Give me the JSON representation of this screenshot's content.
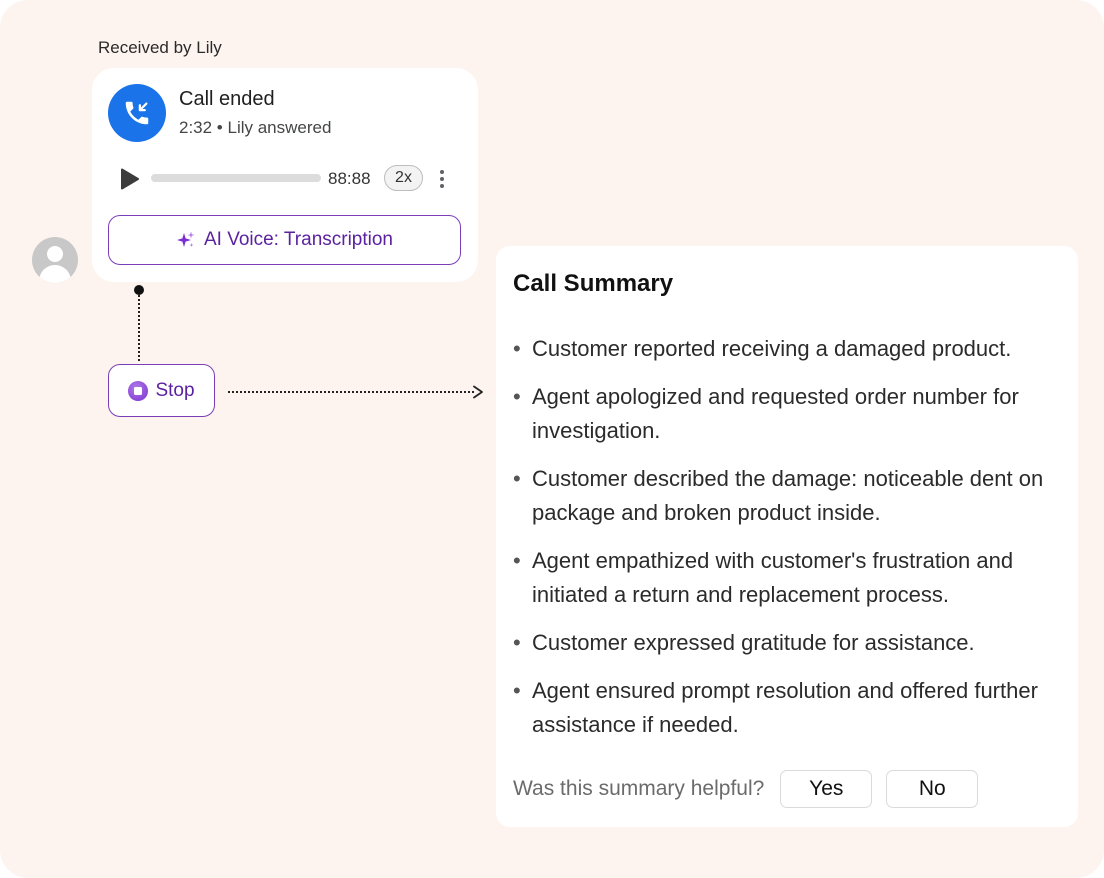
{
  "received_by": "Received by Lily",
  "call_card": {
    "title": "Call ended",
    "meta": "2:32 • Lily answered",
    "icon": "incoming-call-icon",
    "player": {
      "time": "88:88",
      "speed": "2x",
      "progress": 0
    },
    "ai_button_label": "AI Voice: Transcription"
  },
  "stop_button_label": "Stop",
  "summary": {
    "title": "Call Summary",
    "items": [
      "Customer reported receiving a damaged product.",
      "Agent apologized and requested order number for investigation.",
      "Customer described the damage: noticeable dent on package and broken product inside.",
      "Agent empathized with customer's frustration and initiated a return and replacement process.",
      "Customer expressed gratitude for assistance.",
      "Agent ensured prompt resolution and offered further assistance if needed."
    ],
    "feedback_question": "Was this summary helpful?",
    "yes_label": "Yes",
    "no_label": "No"
  },
  "colors": {
    "background": "#fdf4f0",
    "call_icon": "#1a73e8",
    "accent_purple": "#7a3fb8",
    "purple_text": "#5b22a0"
  }
}
